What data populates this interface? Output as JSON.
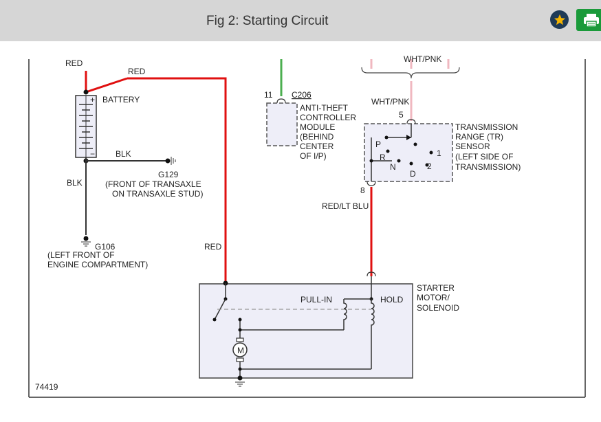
{
  "header": {
    "title": "Fig 2: Starting Circuit"
  },
  "colors": {
    "red_wire": "#e01010",
    "green_wire": "#4caf50",
    "pink_wire": "#f0b8c0",
    "black_wire": "#333333",
    "box_fill": "#eeeef8",
    "star_bg": "#1f3b57",
    "star": "#f5b400",
    "print_bg": "#1a9a3a"
  },
  "icons": {
    "favorite": "star-icon",
    "print": "printer-icon"
  },
  "labels": {
    "red_top": "RED",
    "red_mid": "RED",
    "red_lower": "RED",
    "battery": "BATTERY",
    "blk_right": "BLK",
    "blk_down": "BLK",
    "g129": "G129",
    "g129_loc1": "(FRONT OF TRANSAXLE",
    "g129_loc2": "ON TRANSAXLE STUD)",
    "g106": "G106",
    "g106_loc1": "(LEFT FRONT OF",
    "g106_loc2": "ENGINE COMPARTMENT)",
    "pin11": "11",
    "c206": "C206",
    "atcm1": "ANTI-THEFT",
    "atcm2": "CONTROLLER",
    "atcm3": "MODULE",
    "atcm4": "(BEHIND",
    "atcm5": "CENTER",
    "atcm6": "OF I/P)",
    "wht_pnk_top": "WHT/PNK",
    "wht_pnk": "WHT/PNK",
    "pin5": "5",
    "pin8": "8",
    "tr1": "TRANSMISSION",
    "tr2": "RANGE (TR)",
    "tr3": "SENSOR",
    "tr4": "(LEFT SIDE OF",
    "tr5": "TRANSMISSION)",
    "pos_p": "P",
    "pos_r": "R",
    "pos_n": "N",
    "pos_d": "D",
    "pos_1": "1",
    "pos_2": "2",
    "red_lt_blu": "RED/LT BLU",
    "pull_in": "PULL-IN",
    "hold": "HOLD",
    "starter1": "STARTER",
    "starter2": "MOTOR/",
    "starter3": "SOLENOID",
    "motor": "M",
    "fig_num": "74419",
    "batt_plus": "+",
    "batt_minus": "−"
  }
}
